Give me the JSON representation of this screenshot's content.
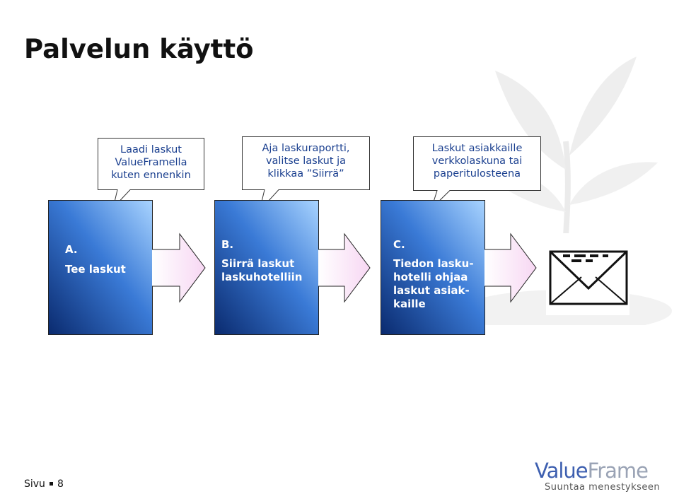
{
  "slide": {
    "title": "Palvelun käyttö"
  },
  "callouts": [
    {
      "text": "Laadi laskut\nValueFramella\nkuten ennenkin"
    },
    {
      "text": "Aja laskuraportti,\nvalitse laskut ja\nklikkaa ”Siirrä”"
    },
    {
      "text": "Laskut asiakkaille\nverkkolaskuna tai\npaperitulosteena"
    }
  ],
  "stages": [
    {
      "letter": "A.",
      "text": "Tee laskut"
    },
    {
      "letter": "B.",
      "text": "Siirrä laskut\nlaskuhotelliin"
    },
    {
      "letter": "C.",
      "text": "Tiedon lasku-\nhotelli ohjaa\nlaskut asiak-\nkaille"
    }
  ],
  "footer": {
    "page_label": "Sivu",
    "page_number": "8"
  },
  "logo": {
    "brand_part1": "Value",
    "brand_part2": "Frame",
    "tagline": "Suuntaa menestykseen"
  },
  "colors": {
    "stage_dark": "#0a2a6e",
    "stage_light": "#a9d4ff",
    "arrow_light": "#f2f2ff",
    "arrow_pink": "#f7d7f3",
    "callout_text": "#1a3f8f"
  },
  "icons": {
    "envelope": "envelope-icon",
    "bullet": "square-bullet-icon"
  }
}
